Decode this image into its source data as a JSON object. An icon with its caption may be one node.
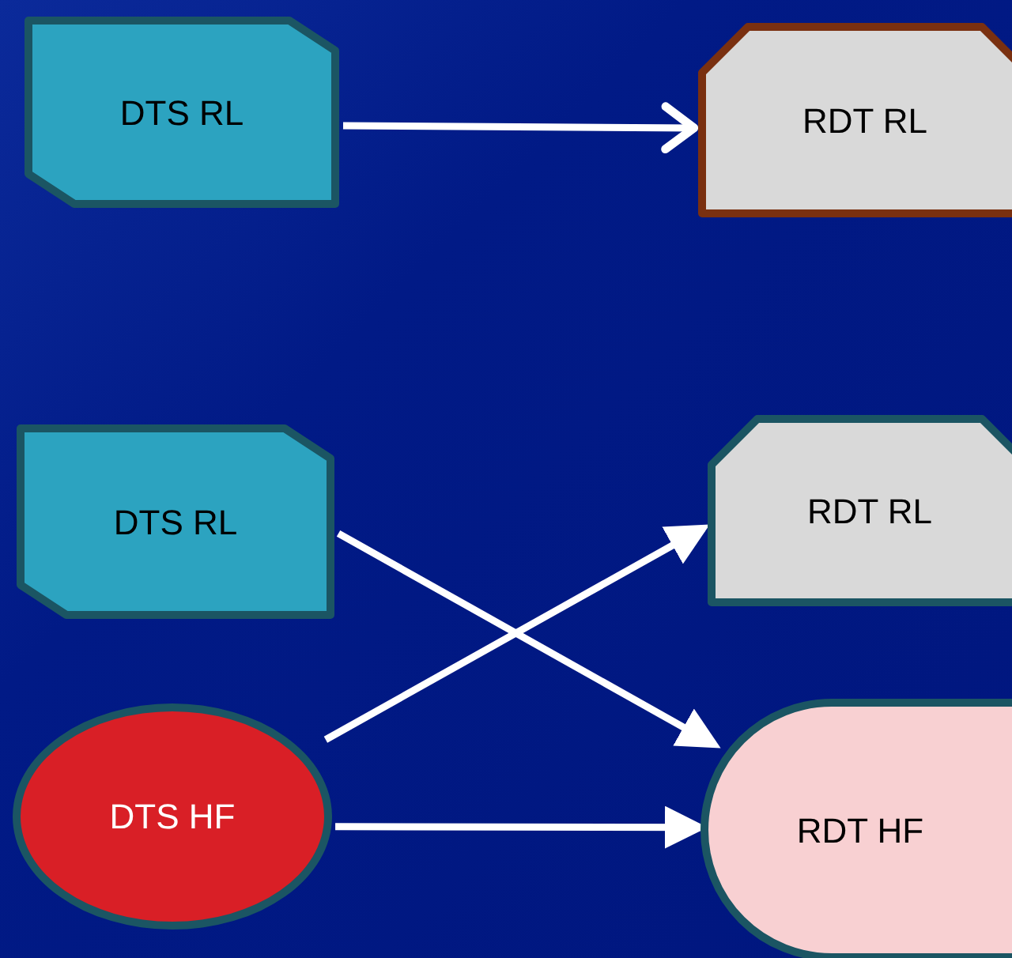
{
  "diagram": {
    "nodes": [
      {
        "text": [
          "DTS RL"
        ]
      },
      {
        "text": [
          "RDT RL"
        ]
      },
      {
        "text": [
          "DTS RL"
        ]
      },
      {
        "text": [
          "RDT RL"
        ]
      },
      {
        "text": [
          "DTS HF"
        ]
      },
      {
        "text": [
          "RDT HF"
        ]
      }
    ],
    "edges": [
      {
        "from": 0,
        "to": 1,
        "arrow": "to"
      },
      {
        "from": 2,
        "to": 5,
        "arrow": "to"
      },
      {
        "from": 4,
        "to": 3,
        "arrow": "to"
      },
      {
        "from": 4,
        "to": 5,
        "arrow": "to"
      }
    ]
  }
}
